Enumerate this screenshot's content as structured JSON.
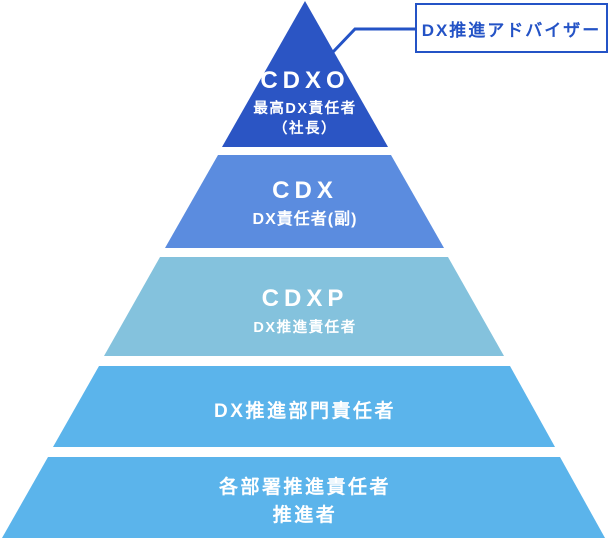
{
  "colors": {
    "accent_blue": "#2453C6",
    "level1_fill": "#2B55C4",
    "level2_fill": "#5B8CDF",
    "level3_fill": "#84C2DD",
    "level4_fill": "#5BB4EB",
    "level5_fill": "#5BB4EB",
    "level_text": "#FFFFFF",
    "callout_bg": "#FFFFFF"
  },
  "callout": {
    "label": "DX推進アドバイザー"
  },
  "pyramid": {
    "levels": [
      {
        "title": "CDXO",
        "sub1": "最高DX責任者",
        "sub2": "（社長）"
      },
      {
        "title": "CDX",
        "sub1": "DX責任者(副)"
      },
      {
        "title": "CDXP",
        "sub1": "DX推進責任者"
      },
      {
        "title": "DX推進部門責任者"
      },
      {
        "title": "各部署推進責任者",
        "sub1": "推進者"
      }
    ]
  }
}
